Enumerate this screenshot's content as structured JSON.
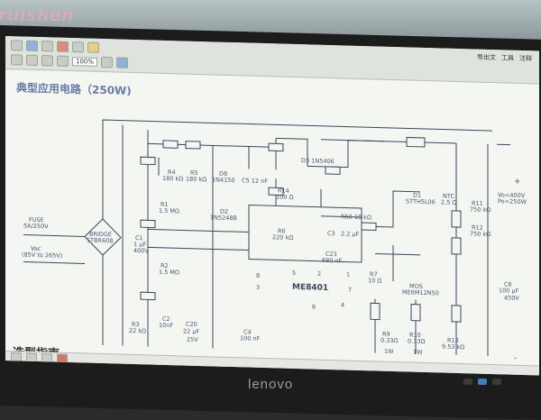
{
  "photo": {
    "watermark": "ruishen",
    "brand": "lenovo"
  },
  "toolbar": {
    "zoom": "100%",
    "right_items": [
      "导出文",
      "工具",
      "注释"
    ]
  },
  "document": {
    "heading": "典型应用电路（250W)",
    "subheading": "选型指南"
  },
  "schematic": {
    "labels": {
      "fuse": "FUSE",
      "fuse_val": "5A/250V",
      "vac": "Vac",
      "vac_range": "(85V to 265V)",
      "bridge": "BRIDGE",
      "bridge_part": "STBR608",
      "c1": "C1",
      "c1_val": "1 µF",
      "c1_v": "400V",
      "r1": "R1",
      "r1_val": "1.5 MΩ",
      "r2": "R2",
      "r2_val": "1.5 MΩ",
      "r3": "R3",
      "r3_val": "22 kΩ",
      "r4": "R4",
      "r4_val": "180 kΩ",
      "r5": "R5",
      "r5_val": "180 kΩ",
      "d8": "D8",
      "d8_part": "1N4150",
      "d2": "D2",
      "d2_part": "1N5248B",
      "c5": "C5 12 nF",
      "r14": "R14",
      "r14_val": "100 Ω",
      "r6": "R6",
      "r6_val": "220 kΩ",
      "d3": "D3 1N5406",
      "r50": "R50  10 kΩ",
      "c3": "C3",
      "c3_val": "2.2 µF",
      "c23": "C23",
      "c23_val": "680 nF",
      "ic": "ME8401",
      "p8": "8",
      "p3": "3",
      "p5": "5",
      "p2": "2",
      "p1": "1",
      "p7": "7",
      "p6": "6",
      "p4": "4",
      "c2": "C2",
      "c2_val": "10nF",
      "c20": "C20",
      "c20_val": "22 µF",
      "c20_v": "25V",
      "c4": "C4",
      "c4_val": "100 nF",
      "r7": "R7",
      "r7_val": "10 Ω",
      "mos": "MOS",
      "mos_part": "ME6M12N50",
      "r9": "R9",
      "r9_val": "0.33Ω",
      "r9_w": "1W",
      "r10": "R10",
      "r10_val": "0.33Ω",
      "r10_w": "1W",
      "r13": "R13",
      "r13_val": "9.53 kΩ",
      "d1": "D1",
      "d1_part": "STTH5L06",
      "ntc": "NTC",
      "ntc_val": "2.5 Ω",
      "r11": "R11",
      "r11_val": "750 kΩ",
      "r12": "R12",
      "r12_val": "750 kΩ",
      "vo": "Vo=400V",
      "po": "Po=250W",
      "c6": "C6",
      "c6_val": "100 µF",
      "c6_v": "450V",
      "plus": "+",
      "minus": "-"
    }
  }
}
